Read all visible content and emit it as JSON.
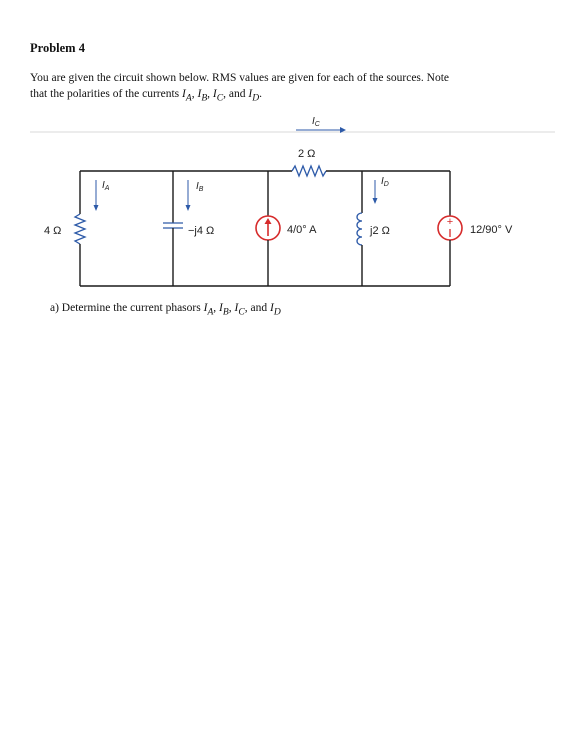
{
  "problem": {
    "heading": "Problem 4",
    "intro_line1": "You are given the circuit shown below.  RMS values are given for each of the sources.  Note",
    "intro_line2_prefix": "that the polarities of the currents ",
    "intro_line2_suffix": ".",
    "question_prefix": "a)   Determine the current phasors ",
    "currents": [
      "IA",
      "IB",
      "IC",
      "ID"
    ],
    "and_word": "and"
  },
  "circuit": {
    "resistor_4": "4 Ω",
    "capacitor": "−j4 Ω",
    "resistor_2": "2 Ω",
    "current_source": "4/0° A",
    "inductor": "j2 Ω",
    "voltage_source": "12/90° V",
    "current_labels": {
      "IA": "I",
      "IA_sub": "A",
      "IB": "I",
      "IB_sub": "B",
      "IC": "I",
      "IC_sub": "C",
      "ID": "I",
      "ID_sub": "D"
    },
    "colors": {
      "wire": "#1a1a1a",
      "component": "#2d5aa8",
      "source": "#d62b2b"
    }
  }
}
